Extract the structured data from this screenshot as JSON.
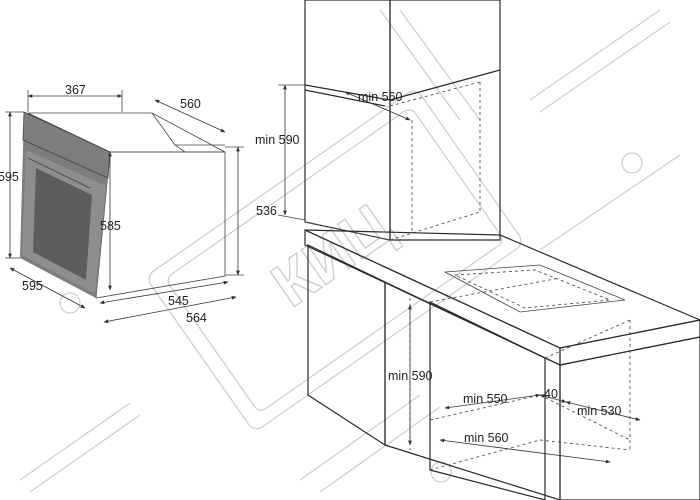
{
  "oven": {
    "width": "367",
    "depth": "560",
    "height": "595",
    "front_width": "595",
    "inner_height": "585",
    "body_height": "536",
    "bottom_depth": "545",
    "total_depth": "564"
  },
  "column_install": {
    "cutout_height": "min 590",
    "cutout_depth": "min 560"
  },
  "under_counter_install": {
    "cutout_height": "min 590",
    "cutout_width": "min 550",
    "back_gap": "40",
    "cutout_depth": "min 530",
    "bottom_depth": "min 560"
  },
  "watermark": {
    "text": "КИЦ"
  }
}
